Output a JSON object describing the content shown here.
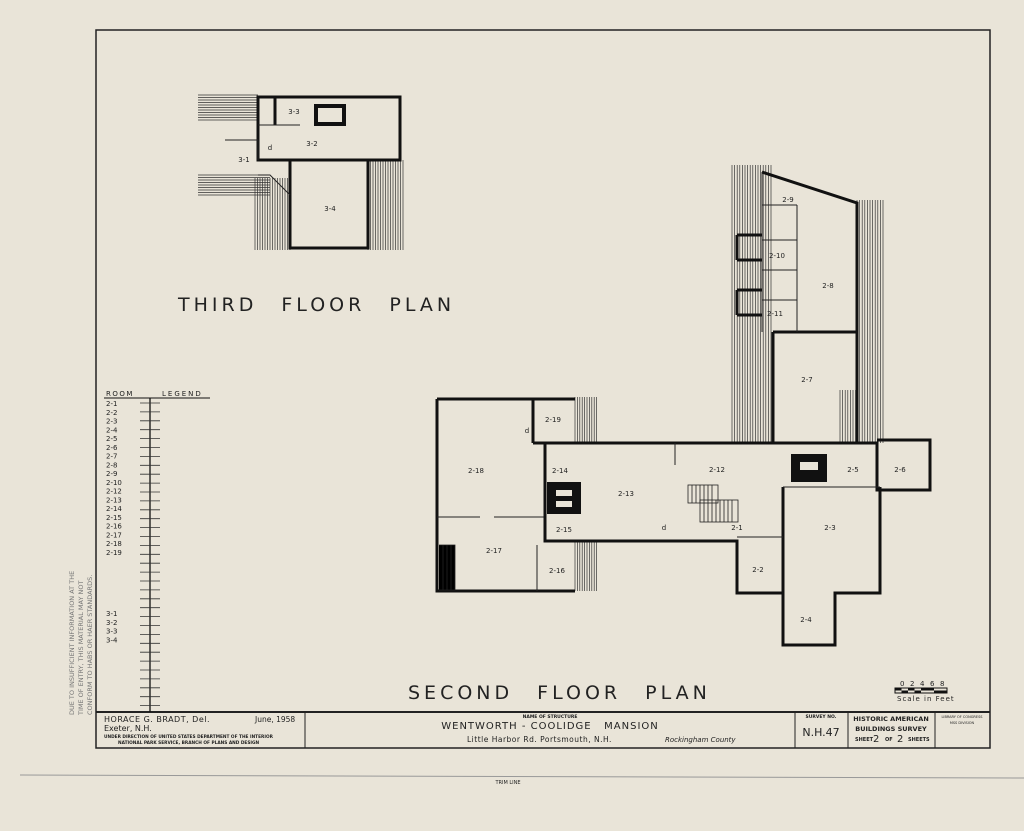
{
  "drawing": {
    "third_floor_title": "THIRD FLOOR PLAN",
    "second_floor_title": "SECOND FLOOR PLAN",
    "third_floor_rooms": [
      "3-1",
      "3-2",
      "3-3",
      "3-4"
    ],
    "second_floor_rooms": [
      "2-1",
      "2-2",
      "2-3",
      "2-4",
      "2-5",
      "2-6",
      "2-7",
      "2-8",
      "2-9",
      "2-10",
      "2-11",
      "2-12",
      "2-13",
      "2-14",
      "2-15",
      "2-16",
      "2-17",
      "2-18",
      "2-19"
    ],
    "door_mark": "d",
    "scale": {
      "ticks": [
        "0",
        "2",
        "4",
        "6",
        "8"
      ],
      "label": "Scale in Feet"
    }
  },
  "legend": {
    "header_room": "ROOM",
    "header_legend": "LEGEND",
    "second_floor": [
      "2-1",
      "2-2",
      "2-3",
      "2-4",
      "2-5",
      "2-6",
      "2-7",
      "2-8",
      "2-9",
      "2-10",
      "2-12",
      "2-13",
      "2-14",
      "2-15",
      "2-16",
      "2-17",
      "2-18",
      "2-19"
    ],
    "third_floor": [
      "3-1",
      "3-2",
      "3-3",
      "3-4"
    ]
  },
  "side_note": [
    "DUE TO INSUFFICIENT INFORMATION AT THE",
    "TIME OF ENTRY, THIS MATERIAL MAY NOT",
    "CONFORM TO HABS OR HAER STANDARDS."
  ],
  "title_block": {
    "delineator": "HORACE G. BRADT, Del.",
    "date": "June, 1958",
    "location": "Exeter, N.H.",
    "direction_1": "UNDER DIRECTION OF UNITED STATES DEPARTMENT OF THE INTERIOR",
    "direction_2": "NATIONAL PARK SERVICE, BRANCH OF PLANS AND DESIGN",
    "name_label": "NAME OF STRUCTURE",
    "structure_name": "WENTWORTH - COOLIDGE   MANSION",
    "address": "Little Harbor Rd. Portsmouth, N.H.",
    "county": "Rockingham County",
    "survey_label": "SURVEY NO.",
    "survey_no": "N.H.47",
    "habs_1": "HISTORIC AMERICAN",
    "habs_2": "BUILDINGS SURVEY",
    "sheet_word": "SHEET",
    "sheet_no": "2",
    "of_word": "OF",
    "sheet_total": "2",
    "sheets_word": "SHEETS",
    "library_1": "LIBRARY OF CONGRESS",
    "library_2": "MSS DIVISION"
  },
  "trim_line": "TRIM LINE",
  "colors": {
    "paper": "#e9e4d8",
    "ink": "#111111"
  }
}
